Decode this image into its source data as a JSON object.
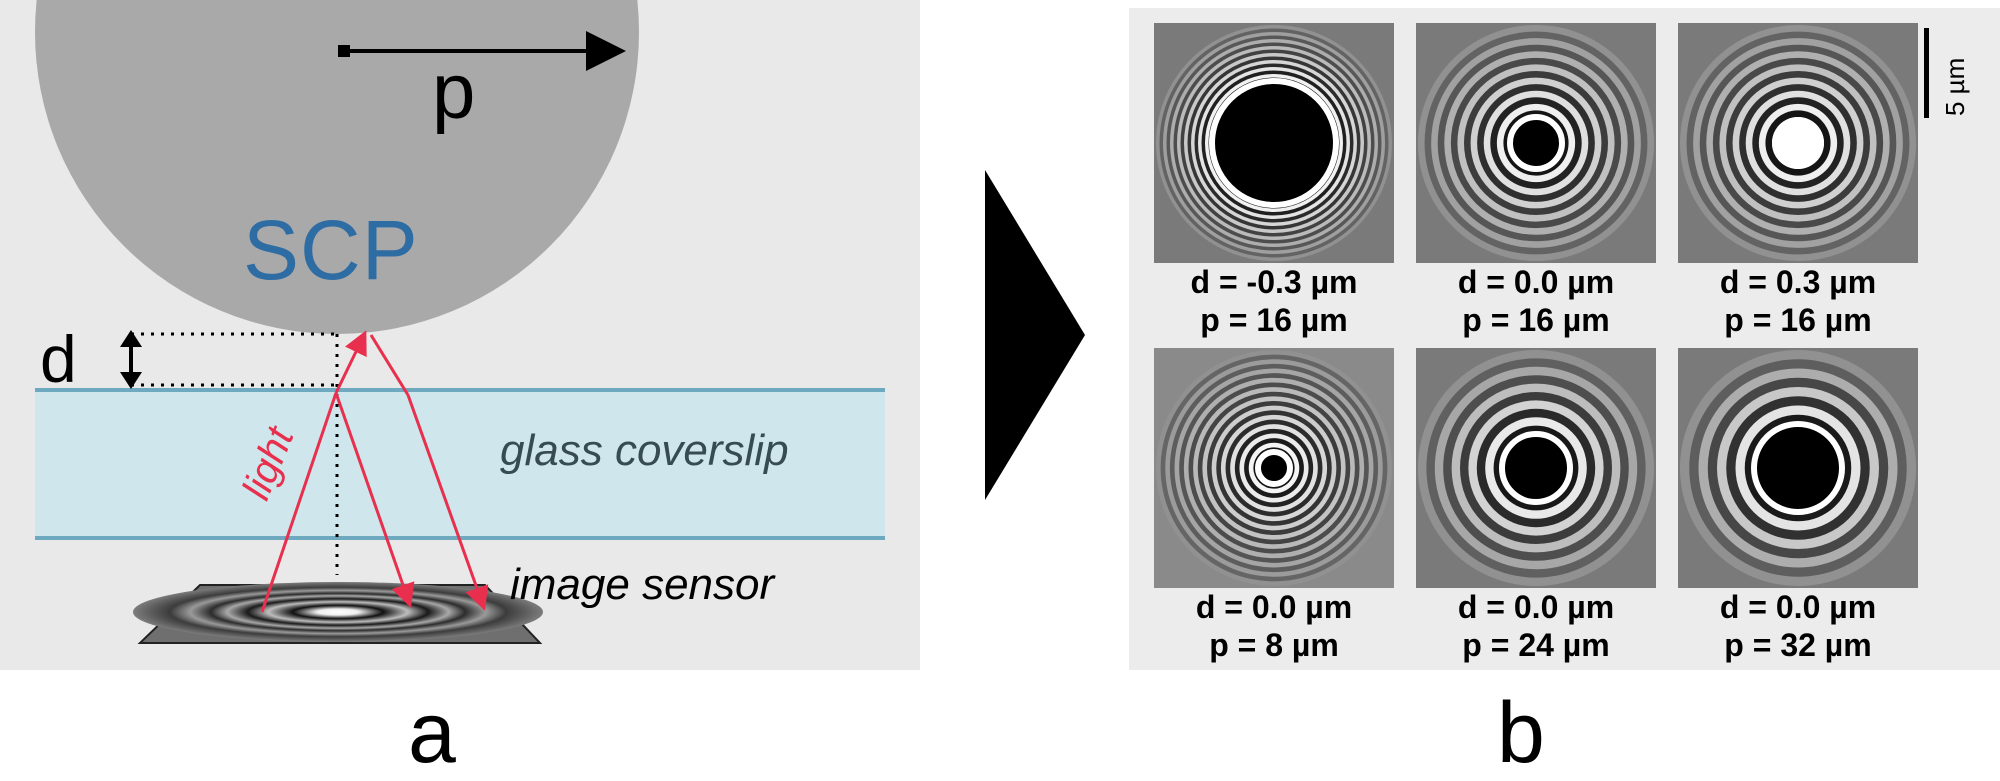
{
  "panel_a": {
    "p_label": "p",
    "scp_label": "SCP",
    "d_label": "d",
    "glass_label": "glass coverslip",
    "sensor_label": "image sensor",
    "light_label": "light",
    "panel_letter": "a"
  },
  "panel_b": {
    "panel_letter": "b",
    "scale_label": "5 µm",
    "tiles": [
      {
        "line1": "d = -0.3 µm",
        "line2": "p = 16 µm"
      },
      {
        "line1": "d = 0.0 µm",
        "line2": "p = 16 µm"
      },
      {
        "line1": "d = 0.3 µm",
        "line2": "p = 16 µm"
      },
      {
        "line1": "d = 0.0 µm",
        "line2": "p = 8 µm"
      },
      {
        "line1": "d = 0.0 µm",
        "line2": "p = 24 µm"
      },
      {
        "line1": "d = 0.0 µm",
        "line2": "p = 32 µm"
      }
    ]
  },
  "colors": {
    "sphere": "#a9a9a9",
    "scp_text": "#2e6ca4",
    "glass": "#cfe7ec",
    "glass_edge": "#6fa9bf",
    "light": "#e8304e"
  }
}
